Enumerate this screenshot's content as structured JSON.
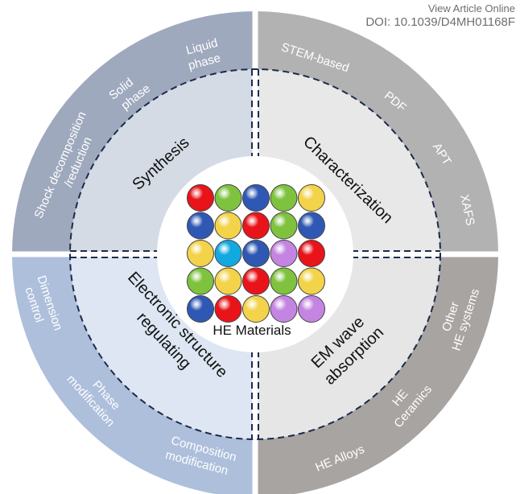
{
  "header": {
    "view_article": "View Article Online",
    "doi": "DOI: 10.1039/D4MH01168F"
  },
  "center": {
    "label": "HE Materials"
  },
  "colors": {
    "synthesis_outer": "#9fa9bd",
    "synthesis_inner": "#d5dbe5",
    "characterization_outer": "#b2b2b2",
    "characterization_inner": "#e8e8e8",
    "electronic_outer": "#adbfdb",
    "electronic_inner": "#dde6f2",
    "emwave_outer": "#a8a4a1",
    "emwave_inner": "#e6e6e6",
    "dash": "#1c2b4a"
  },
  "ball_grid": [
    [
      "red",
      "green",
      "blue",
      "green",
      "yellow"
    ],
    [
      "blue",
      "yellow",
      "red",
      "green",
      "blue"
    ],
    [
      "yellow",
      "cyan",
      "blue",
      "violet",
      "red"
    ],
    [
      "green",
      "yellow",
      "red",
      "green",
      "yellow"
    ],
    [
      "blue",
      "red",
      "yellow",
      "violet",
      "violet"
    ]
  ],
  "quadrants": {
    "synthesis": {
      "title": "Synthesis",
      "items": [
        {
          "lines": [
            "Liquid",
            "phase"
          ]
        },
        {
          "lines": [
            "Solid",
            "phase"
          ]
        },
        {
          "lines": [
            "Shock decomposition",
            "/reduction"
          ]
        }
      ]
    },
    "characterization": {
      "title": "Characterization",
      "items": [
        {
          "lines": [
            "STEM-based"
          ]
        },
        {
          "lines": [
            "PDF"
          ]
        },
        {
          "lines": [
            "APT"
          ]
        },
        {
          "lines": [
            "XAFS"
          ]
        }
      ]
    },
    "electronic": {
      "title_lines": [
        "Electronic structure",
        "regulating"
      ],
      "items": [
        {
          "lines": [
            "Dimension",
            "control"
          ]
        },
        {
          "lines": [
            "Phase",
            "modification"
          ]
        },
        {
          "lines": [
            "Composition",
            "modification"
          ]
        }
      ]
    },
    "emwave": {
      "title_lines": [
        "EM wave",
        "absorption"
      ],
      "items": [
        {
          "lines": [
            "Other",
            "HE systems"
          ]
        },
        {
          "lines": [
            "HE",
            "Ceramics"
          ]
        },
        {
          "lines": [
            "HE Alloys"
          ]
        }
      ]
    }
  }
}
